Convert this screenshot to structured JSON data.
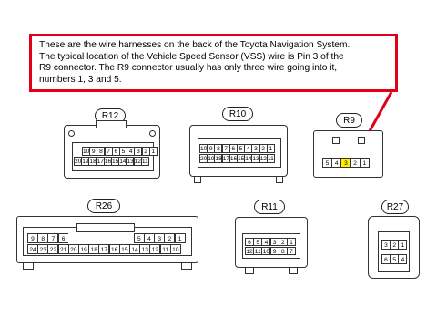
{
  "note": {
    "lines": [
      "These are the wire harnesses on the back of the Toyota Navigation System.",
      "The typical location of the Vehicle Speed Sensor (VSS) wire is Pin 3 of the",
      "R9 connector.  The R9 connector usually has only three wire going into it,",
      "numbers 1, 3 and 5."
    ]
  },
  "connectors": {
    "r12": {
      "label": "R12",
      "row1": [
        "",
        "10",
        "9",
        "8",
        "7",
        "6",
        "5",
        "4",
        "3",
        "2",
        "1"
      ],
      "row2": [
        "20",
        "19",
        "18",
        "17",
        "16",
        "15",
        "14",
        "13",
        "12",
        "11"
      ]
    },
    "r10": {
      "label": "R10",
      "row1": [
        "10",
        "9",
        "8",
        "7",
        "6",
        "5",
        "4",
        "3",
        "2",
        "1"
      ],
      "row2": [
        "20",
        "19",
        "18",
        "17",
        "16",
        "15",
        "14",
        "13",
        "12",
        "11"
      ]
    },
    "r9": {
      "label": "R9",
      "row1": [
        "5",
        "4",
        "3",
        "2",
        "1"
      ]
    },
    "r26": {
      "label": "R26",
      "row1": [
        "9",
        "8",
        "7",
        "6",
        "",
        "",
        "",
        "",
        "",
        "",
        "5",
        "4",
        "3",
        "2",
        "1"
      ],
      "row2": [
        "24",
        "23",
        "22",
        "21",
        "20",
        "19",
        "18",
        "17",
        "16",
        "15",
        "14",
        "13",
        "12",
        "11",
        "10"
      ]
    },
    "r11": {
      "label": "R11",
      "row1": [
        "6",
        "5",
        "4",
        "3",
        "2",
        "1"
      ],
      "row2": [
        "12",
        "11",
        "10",
        "9",
        "8",
        "7"
      ]
    },
    "r27": {
      "label": "R27",
      "row1": [
        "3",
        "2",
        "1"
      ],
      "row2": [
        "6",
        "5",
        "4"
      ]
    }
  },
  "colors": {
    "callout": "#e0001a",
    "highlight": "#ffee00"
  }
}
